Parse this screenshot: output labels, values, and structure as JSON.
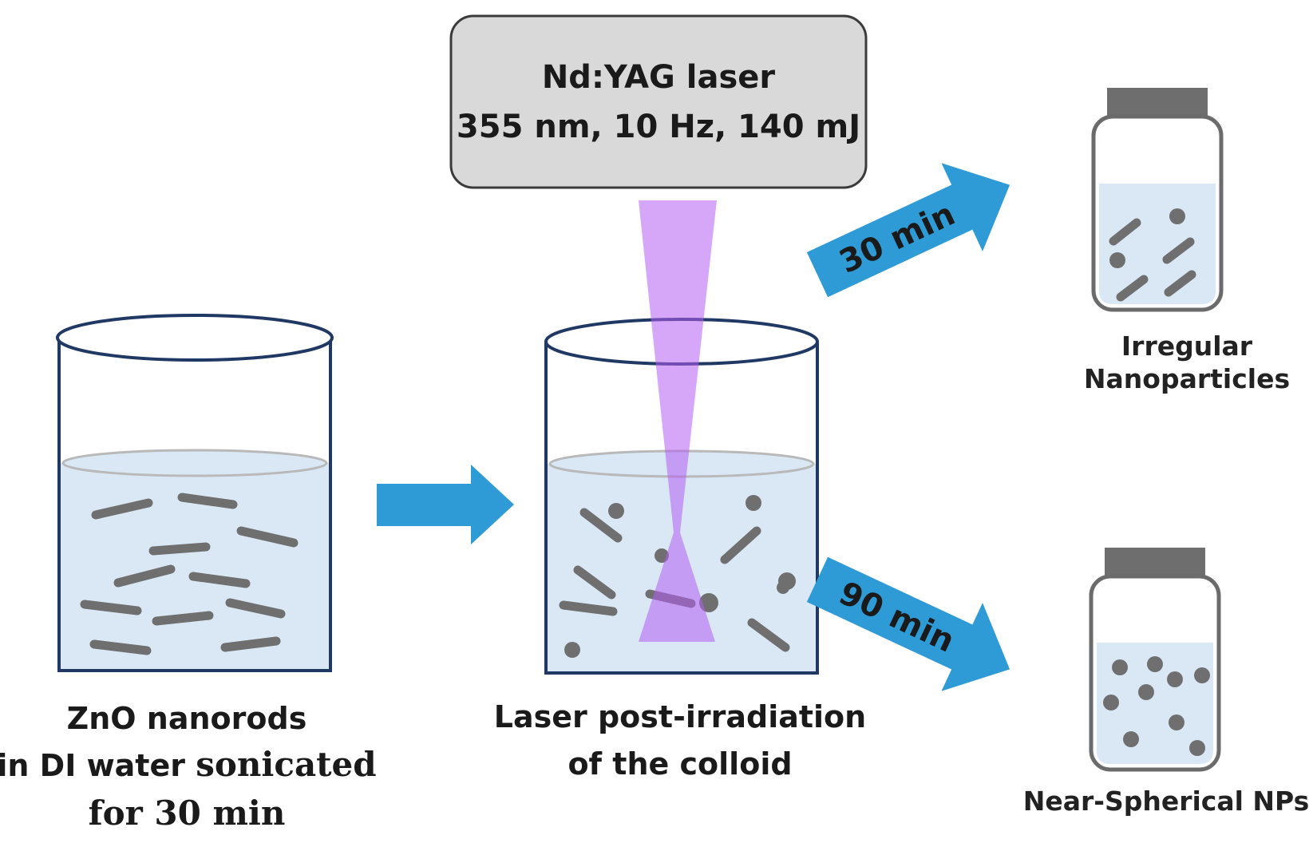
{
  "laser_box": {
    "line1": "Nd:YAG laser",
    "line2": "355 nm, 10 Hz, 140 mJ"
  },
  "beaker1": {
    "caption_line1": "ZnO nanorods",
    "caption_line2a": "in DI water ",
    "caption_line2b": "sonicated",
    "caption_line3": "for 30 min"
  },
  "beaker2": {
    "caption_line1": "Laser post-irradiation",
    "caption_line2": "of the colloid"
  },
  "arrow_top": {
    "label": "30 min"
  },
  "arrow_bottom": {
    "label": "90 min"
  },
  "vial_top": {
    "caption_line1": "Irregular",
    "caption_line2": "Nanoparticles"
  },
  "vial_bottom": {
    "caption_line1": "Near-Spherical NPs"
  },
  "colors": {
    "beaker_outline": "#1f3864",
    "liquid": "#dae8f5",
    "particle": "#6f6f6f",
    "arrow": "#2e9bd6",
    "laser_beam": "#c78ef5",
    "laser_box_fill": "#d9d9d9",
    "vial_cap": "#6e6e6e"
  }
}
